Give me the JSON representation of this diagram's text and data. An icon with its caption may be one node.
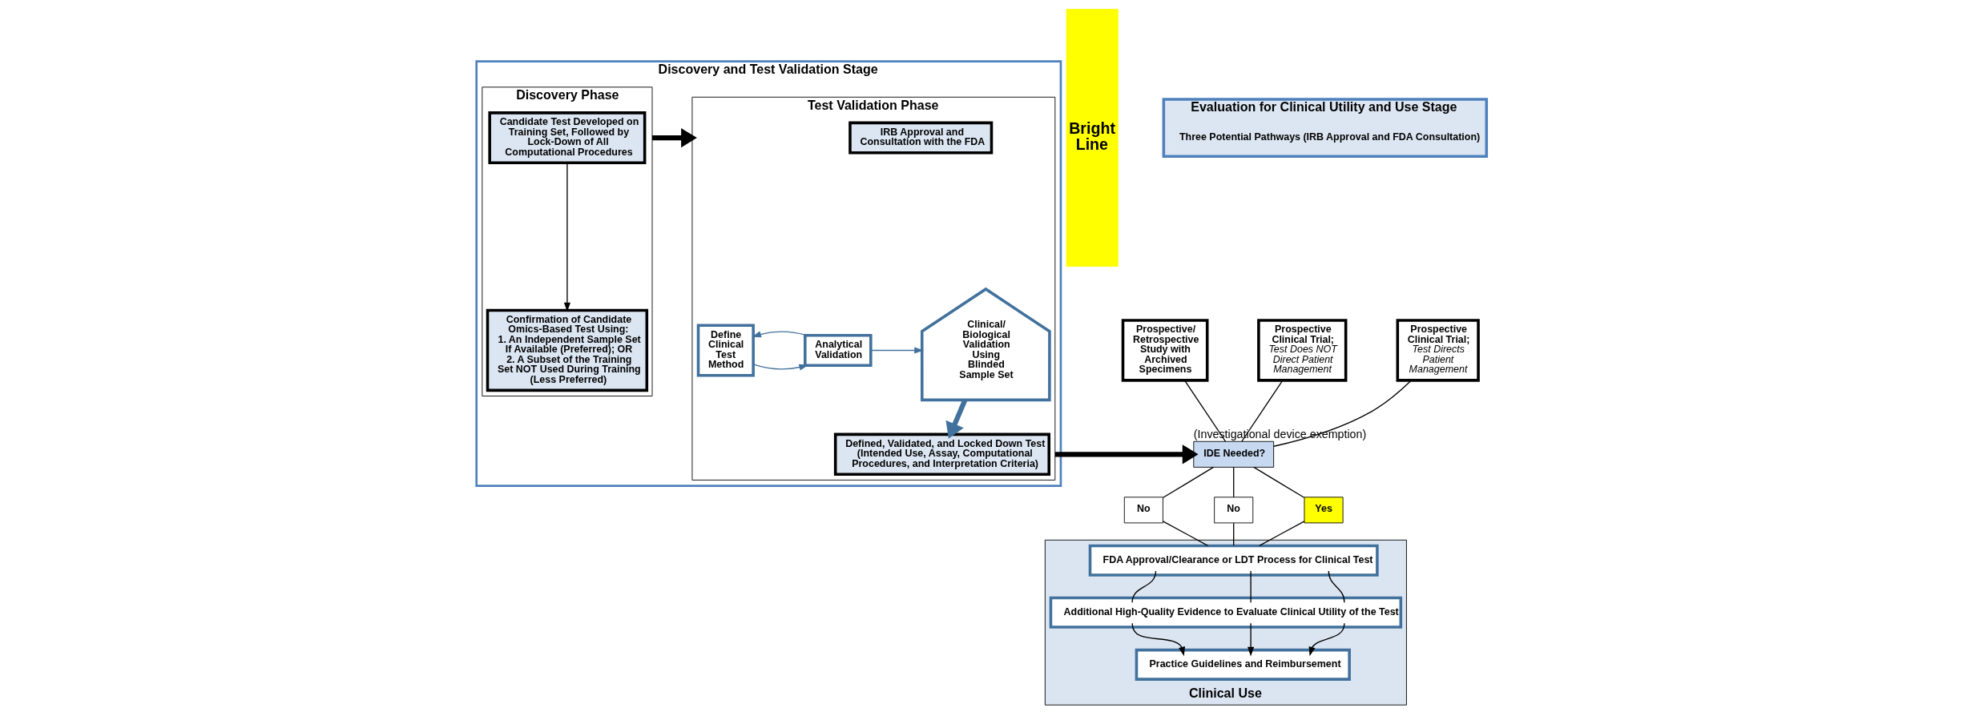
{
  "diagram": {
    "nodes": [
      {
        "text": [
          "Discovery and Test Validation Stage"
        ]
      },
      {
        "text": [
          "Discovery Phase"
        ],
        "in": 0
      },
      {
        "text": [
          "Candidate Test Developed on Training Set, Followed by Lock-Down of All Computational Procedures"
        ],
        "in": 1
      },
      {
        "text": [
          "Confirmation of Candidate Omics-Based Test Using:",
          "1. An Independent Sample Set If Available (Preferred); OR",
          "2. A Subset of the Training Set NOT Used During Training (Less Preferred)"
        ],
        "in": 1
      },
      {
        "text": [
          "Test Validation Phase"
        ],
        "in": 0
      },
      {
        "text": [
          "IRB Approval and Consultation with the FDA"
        ],
        "in": 4
      },
      {
        "text": [
          "Define Clinical Test Method"
        ],
        "in": 4
      },
      {
        "text": [
          "Analytical Validation"
        ],
        "in": 4
      },
      {
        "text": [
          "Clinical/ Biological Validation Using Blinded Sample Set"
        ],
        "in": 4
      },
      {
        "text": [
          "Defined, Validated, and Locked Down Test (Intended Use, Assay, Computational Procedures, and Interpretation Criteria)"
        ],
        "in": 4
      },
      {
        "text": [
          "Bright Line"
        ]
      },
      {
        "text": [
          "Evaluation for Clinical Utility and Use Stage"
        ]
      },
      {
        "text": [
          "Three Potential Pathways (IRB Approval and FDA Consultation)"
        ],
        "in": 11
      },
      {
        "text": [
          "Prospective/ Retrospective Study with Archived Specimens"
        ]
      },
      {
        "text": [
          "Prospective Clinical Trial;",
          "Test Does NOT Direct Patient Management"
        ]
      },
      {
        "text": [
          "Prospective Clinical Trial;",
          "Test Directs Patient Management"
        ]
      },
      {
        "text": [
          "IDE Needed?"
        ],
        "beside": [
          "(Investigational device exemption)"
        ]
      },
      {
        "text": [
          "No"
        ]
      },
      {
        "text": [
          "No"
        ]
      },
      {
        "text": [
          "Yes"
        ]
      },
      {
        "text": [
          "Clinical Use"
        ]
      },
      {
        "text": [
          "FDA Approval/Clearance or LDT Process for Clinical Test"
        ],
        "in": 20
      },
      {
        "text": [
          "Additional High-Quality Evidence to Evaluate Clinical Utility of the Test"
        ],
        "in": 20
      },
      {
        "text": [
          "Practice Guidelines and Reimbursement"
        ],
        "in": 20
      }
    ],
    "edges": [
      {
        "from": 2,
        "to": 3,
        "arrow": "to"
      },
      {
        "from": 1,
        "to": 4,
        "arrow": "to",
        "style": "thick"
      },
      {
        "from": 6,
        "to": 7,
        "arrow": "to",
        "color": "#41719c"
      },
      {
        "from": 7,
        "to": 8,
        "arrow": "to",
        "color": "#41719c"
      },
      {
        "from": 7,
        "to": 6,
        "arrow": "to",
        "color": "#41719c"
      },
      {
        "from": 8,
        "to": 9,
        "arrow": "to",
        "color": "#41719c",
        "style": "thick"
      },
      {
        "from": 4,
        "to": 16,
        "arrow": "to",
        "style": "thick"
      },
      {
        "from": 13,
        "to": 16,
        "arrow": "none"
      },
      {
        "from": 14,
        "to": 16,
        "arrow": "none"
      },
      {
        "from": 15,
        "to": 16,
        "arrow": "none"
      },
      {
        "from": 16,
        "to": 17,
        "arrow": "none"
      },
      {
        "from": 16,
        "to": 18,
        "arrow": "none"
      },
      {
        "from": 16,
        "to": 19,
        "arrow": "none"
      },
      {
        "from": 17,
        "to": 21,
        "arrow": "none"
      },
      {
        "from": 18,
        "to": 21,
        "arrow": "none"
      },
      {
        "from": 19,
        "to": 21,
        "arrow": "none"
      },
      {
        "from": 21,
        "to": 22,
        "arrow": "none"
      },
      {
        "from": 21,
        "to": 22,
        "arrow": "none"
      },
      {
        "from": 21,
        "to": 22,
        "arrow": "none"
      },
      {
        "from": 22,
        "to": 23,
        "arrow": "to"
      },
      {
        "from": 22,
        "to": 23,
        "arrow": "to"
      },
      {
        "from": 22,
        "to": 23,
        "arrow": "to"
      }
    ]
  }
}
